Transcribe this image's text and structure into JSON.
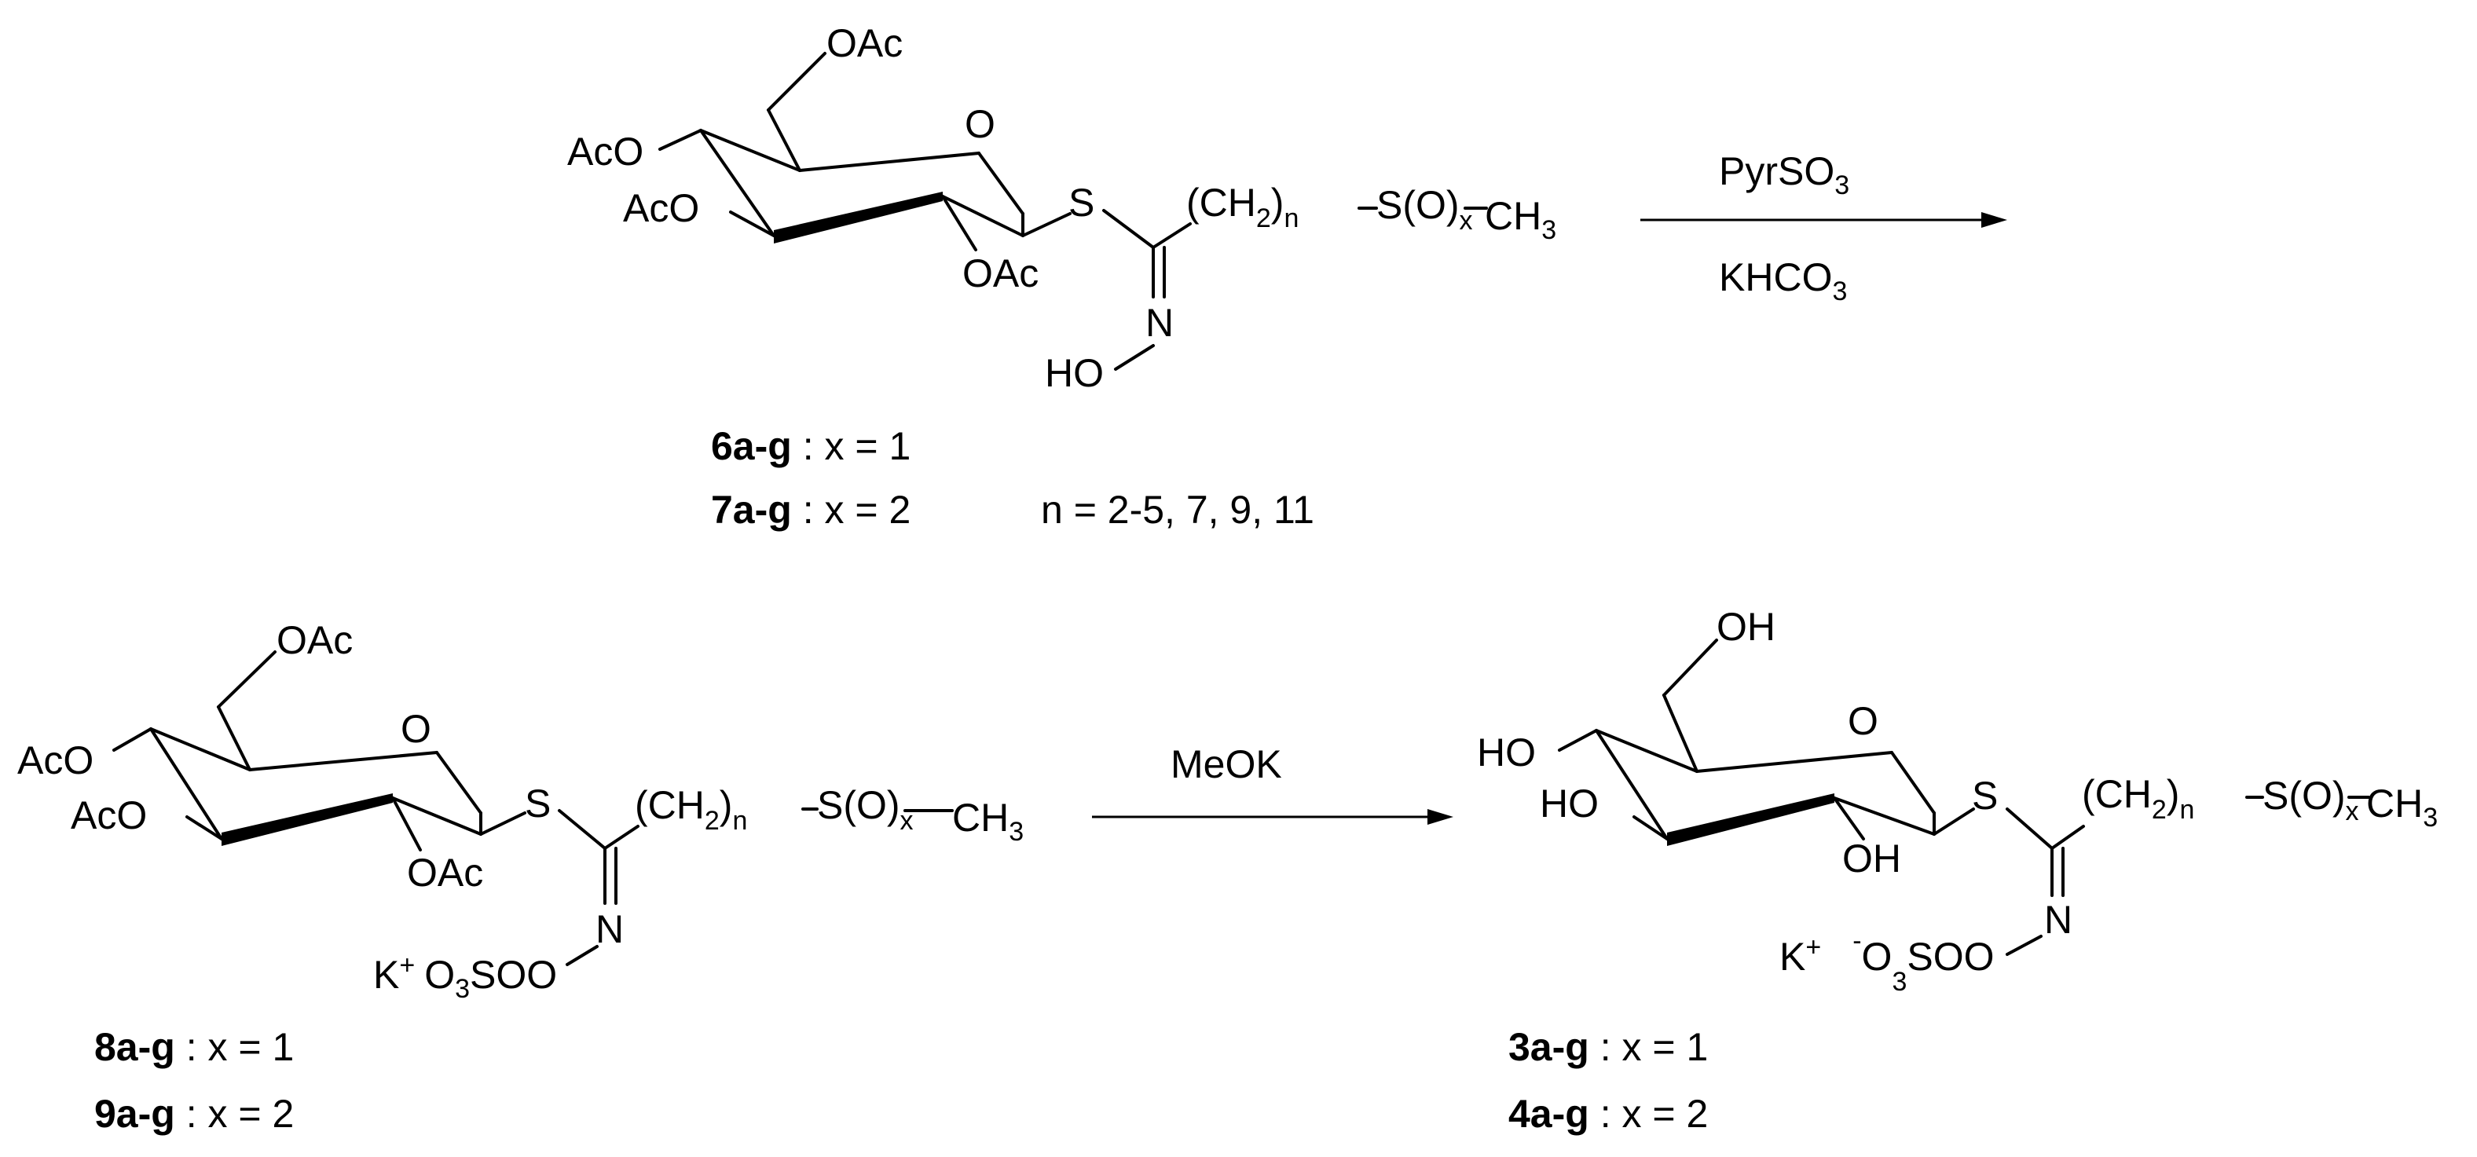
{
  "reagents": {
    "step1_top": "PyrSO",
    "step1_top_sub": "3",
    "step1_bottom": "KHCO",
    "step1_bottom_sub": "3",
    "step2": "MeOK"
  },
  "atom_labels": {
    "OAc": "OAc",
    "AcO": "AcO",
    "O": "O",
    "S": "S",
    "N": "N",
    "HO": "HO",
    "OH": "OH",
    "CH": "(CH",
    "CH_sub": "2",
    "paren_close": ")",
    "n": "n",
    "SOx": "S(O)",
    "x": "x",
    "CH3": "CH",
    "CH3_sub": "3",
    "K": "K",
    "plus": "+",
    "minus": "-",
    "O3SO": "O",
    "O3SO_sub": "3",
    "SO": "SO"
  },
  "compounds": {
    "c6": {
      "id": "6a-g",
      "rest": " : x = 1"
    },
    "c7": {
      "id": "7a-g",
      "rest": " : x = 2"
    },
    "c7_n": "n = 2-5, 7, 9, 11",
    "c8": {
      "id": "8a-g",
      "rest": " : x = 1"
    },
    "c9": {
      "id": "9a-g",
      "rest": " : x = 2"
    },
    "c3": {
      "id": "3a-g",
      "rest": " : x = 1"
    },
    "c4": {
      "id": "4a-g",
      "rest": " : x = 2"
    }
  }
}
